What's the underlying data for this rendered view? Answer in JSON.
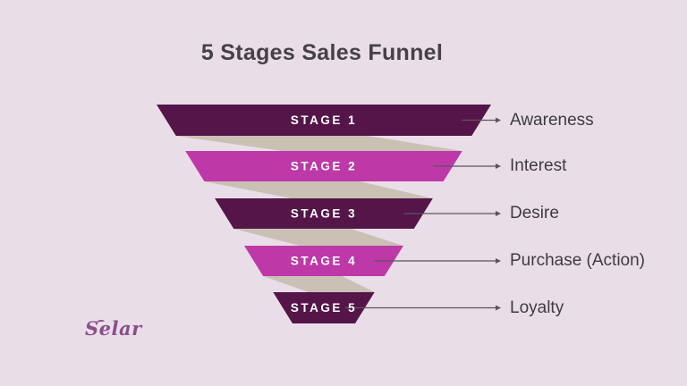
{
  "title": "5 Stages Sales Funnel",
  "brand": {
    "logo_text": "Selar"
  },
  "colors": {
    "background": "#e9dee8",
    "title_text": "#454147",
    "stage_dark": "#551549",
    "stage_magenta": "#bd39a8",
    "ribbon": "#cac0b4",
    "stage_text": "#ffffff",
    "annotation_line": "#5b5557",
    "annotation_text": "#3e3b40",
    "logo": "#8a4e8c"
  },
  "chart_data": {
    "type": "funnel",
    "title": "5 Stages Sales Funnel",
    "direction": "widest at top, narrowing downward",
    "legend_position": "right",
    "stages": [
      {
        "stage_label": "STAGE 1",
        "annotation": "Awareness",
        "color": "#551549"
      },
      {
        "stage_label": "STAGE 2",
        "annotation": "Interest",
        "color": "#bd39a8"
      },
      {
        "stage_label": "STAGE 3",
        "annotation": "Desire",
        "color": "#551549"
      },
      {
        "stage_label": "STAGE 4",
        "annotation": "Purchase (Action)",
        "color": "#bd39a8"
      },
      {
        "stage_label": "STAGE 5",
        "annotation": "Loyalty",
        "color": "#551549"
      }
    ],
    "notes": "Five trapezoid segments alternating dark purple and magenta, joined by twisted beige ribbon folds; each stage has a thin gray arrow line pointing to its label on the right"
  }
}
